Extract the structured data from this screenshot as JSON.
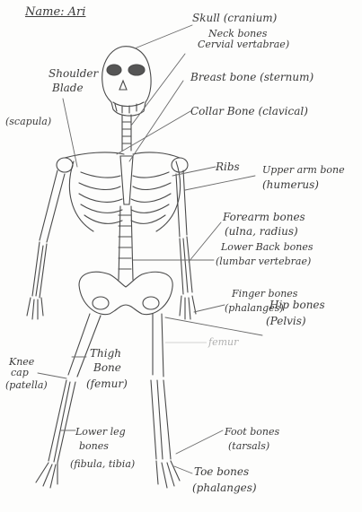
{
  "header": {
    "name_line": "Name: Ari"
  },
  "labels": {
    "skull_1": "Skull (cranium)",
    "neck_1": "Neck bones",
    "neck_2": "Cervial vertabrae)",
    "breast": "Breast bone (sternum)",
    "shoulder_1": "Shoulder",
    "shoulder_2": "Blade",
    "shoulder_3": "(scapula)",
    "collar": "Collar Bone (clavical)",
    "ribs": "Ribs",
    "upper_arm_1": "Upper arm bone",
    "upper_arm_2": "(humerus)",
    "forearm_1": "Forearm bones",
    "forearm_2": "(ulna, radius)",
    "lower_back_1": "Lower Back bones",
    "lower_back_2": "(lumbar vertebrae)",
    "finger_1": "Finger bones",
    "finger_2": "(phalanges)",
    "hip_1": "Hip bones",
    "hip_2": "(Pelvis)",
    "femur_faint": "femur",
    "knee_1": "Knee",
    "knee_2": "cap",
    "knee_3": "(patella)",
    "thigh_1": "Thigh",
    "thigh_2": "Bone",
    "thigh_3": "(femur)",
    "lower_leg_1": "Lower leg",
    "lower_leg_2": "bones",
    "lower_leg_3": "(fibula, tibia)",
    "foot_1": "Foot bones",
    "foot_2": "(tarsals)",
    "toe_1": "Toe bones",
    "toe_2": "(phalanges)"
  },
  "colors": {
    "ink": "#3a3a3a",
    "faint_ink": "#b0b0b0",
    "paper": "#fdfdfc"
  }
}
